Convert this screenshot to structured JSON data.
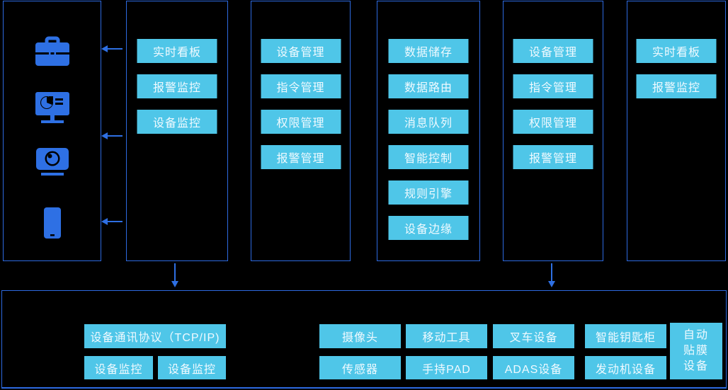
{
  "colors": {
    "background": "#000000",
    "panel_border": "#2d6ae0",
    "box_fill": "#4fc6e8",
    "box_text": "#f0faff",
    "icon_blue": "#2e70e4",
    "arrow_blue": "#2e6fe2"
  },
  "panels": {
    "clients": {
      "icons": [
        {
          "name": "briefcase-icon"
        },
        {
          "name": "dashboard-monitor-icon"
        },
        {
          "name": "camera-icon"
        },
        {
          "name": "phone-icon"
        }
      ]
    },
    "monitoring_left": {
      "boxes": [
        "实时看板",
        "报警监控",
        "设备监控"
      ]
    },
    "management_left": {
      "boxes": [
        "设备管理",
        "指令管理",
        "权限管理",
        "报警管理"
      ]
    },
    "core_services": {
      "boxes": [
        "数据储存",
        "数据路由",
        "消息队列",
        "智能控制",
        "规则引擎",
        "设备边缘"
      ]
    },
    "management_right": {
      "boxes": [
        "设备管理",
        "指令管理",
        "权限管理",
        "报警管理"
      ]
    },
    "monitoring_right": {
      "boxes": [
        "实时看板",
        "报警监控"
      ]
    }
  },
  "bottom_panel": {
    "protocol_label": "设备通讯协议（TCP/IP)",
    "monitor_labels": [
      "设备监控",
      "设备监控"
    ],
    "device_row_top": [
      "摄像头",
      "移动工具",
      "叉车设备",
      "智能钥匙柜"
    ],
    "device_row_bottom": [
      "传感器",
      "手持PAD",
      "ADAS设备",
      "发动机设备"
    ],
    "tall_device_lines": [
      "自动",
      "贴膜",
      "设备"
    ]
  }
}
